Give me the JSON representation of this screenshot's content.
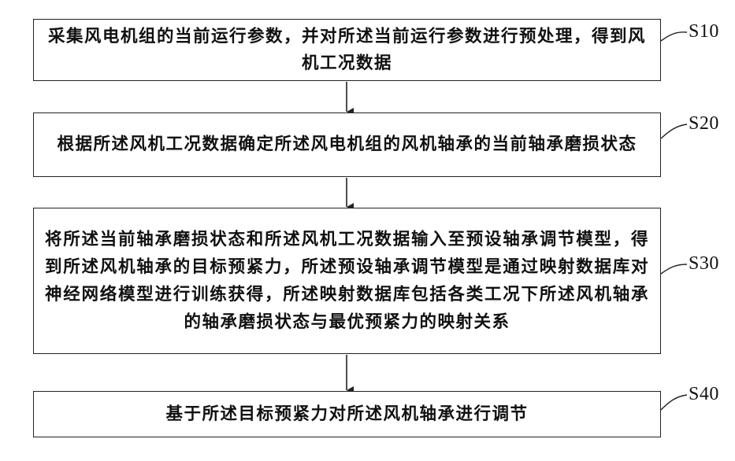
{
  "steps": [
    {
      "label": "S10",
      "text": "采集风电机组的当前运行参数，并对所述当前运行参数进行预处理，得到风机工况数据"
    },
    {
      "label": "S20",
      "text": "根据所述风机工况数据确定所述风电机组的风机轴承的当前轴承磨损状态"
    },
    {
      "label": "S30",
      "text": "将所述当前轴承磨损状态和所述风机工况数据输入至预设轴承调节模型，得到所述风机轴承的目标预紧力，所述预设轴承调节模型是通过映射数据库对神经网络模型进行训练获得，所述映射数据库包括各类工况下所述风机轴承的轴承磨损状态与最优预紧力的映射关系"
    },
    {
      "label": "S40",
      "text": "基于所述目标预紧力对所述风机轴承进行调节"
    }
  ]
}
